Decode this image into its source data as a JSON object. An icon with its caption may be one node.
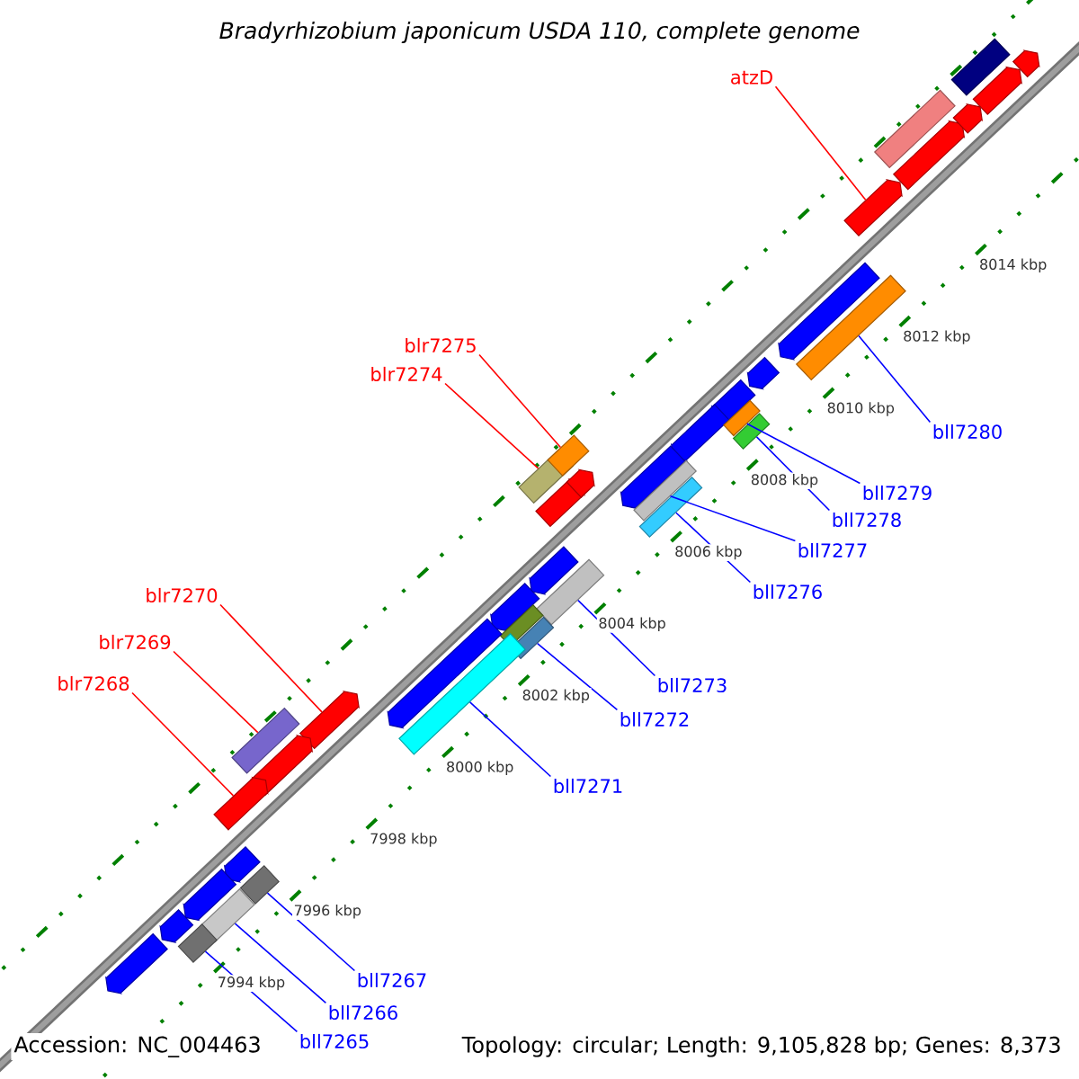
{
  "diagram": {
    "title": "Bradyrhizobium japonicum USDA 110, complete genome",
    "nodes": [
      {
        "text": [
          "atzD"
        ]
      },
      {
        "text": [
          "blr7275"
        ]
      },
      {
        "text": [
          "blr7274"
        ]
      },
      {
        "text": [
          "bll7280"
        ]
      },
      {
        "text": [
          "bll7279"
        ]
      },
      {
        "text": [
          "bll7278"
        ]
      },
      {
        "text": [
          "bll7277"
        ]
      },
      {
        "text": [
          "bll7276"
        ]
      },
      {
        "text": [
          "blr7270"
        ]
      },
      {
        "text": [
          "blr7269"
        ]
      },
      {
        "text": [
          "bll7273"
        ]
      },
      {
        "text": [
          "blr7268"
        ]
      },
      {
        "text": [
          "bll7272"
        ]
      },
      {
        "text": [
          "bll7271"
        ]
      },
      {
        "text": [
          "bll7267"
        ]
      },
      {
        "text": [
          "bll7266"
        ]
      },
      {
        "text": [
          "bll7265"
        ]
      },
      {
        "text": [],
        "shape": "box"
      },
      {
        "text": [],
        "shape": "box"
      },
      {
        "text": [],
        "shape": "pentagon"
      },
      {
        "text": [],
        "shape": "pentagon"
      },
      {
        "text": [],
        "shape": "pentagon"
      },
      {
        "text": [],
        "shape": "pentagon"
      },
      {
        "text": [],
        "shape": "pentagon"
      },
      {
        "text": [],
        "shape": "pentagon"
      },
      {
        "text": [],
        "shape": "box"
      },
      {
        "text": [],
        "shape": "pentagon"
      },
      {
        "text": [],
        "shape": "pentagon"
      },
      {
        "text": [],
        "shape": "pentagon"
      },
      {
        "text": [],
        "shape": "pentagon"
      },
      {
        "text": [],
        "shape": "box"
      },
      {
        "text": [],
        "shape": "box"
      },
      {
        "text": [],
        "shape": "box"
      },
      {
        "text": [],
        "shape": "box"
      },
      {
        "text": [],
        "shape": "box"
      },
      {
        "text": [],
        "shape": "box"
      },
      {
        "text": [],
        "shape": "pentagon"
      },
      {
        "text": [],
        "shape": "pentagon"
      },
      {
        "text": [],
        "shape": "pentagon"
      },
      {
        "text": [],
        "shape": "pentagon"
      },
      {
        "text": [],
        "shape": "box"
      },
      {
        "text": [],
        "shape": "box"
      },
      {
        "text": [],
        "shape": "box"
      },
      {
        "text": [],
        "shape": "pentagon"
      },
      {
        "text": [],
        "shape": "box"
      },
      {
        "text": [],
        "shape": "box"
      },
      {
        "text": [],
        "shape": "pentagon"
      },
      {
        "text": [],
        "shape": "pentagon"
      },
      {
        "text": [],
        "shape": "pentagon"
      },
      {
        "text": [],
        "shape": "pentagon"
      },
      {
        "text": [],
        "shape": "pentagon"
      },
      {
        "text": [],
        "shape": "pentagon"
      },
      {
        "text": [],
        "shape": "box"
      },
      {
        "text": [],
        "shape": "box"
      },
      {
        "text": [],
        "shape": "box"
      },
      {
        "text": [],
        "shape": "pentagon"
      }
    ],
    "edges": [
      {
        "from": 0,
        "to": 23,
        "arrow": "none",
        "color": "#ff0000"
      },
      {
        "from": 1,
        "to": 35,
        "arrow": "none",
        "color": "#ff0000"
      },
      {
        "from": 2,
        "to": 34,
        "arrow": "none",
        "color": "#ff0000"
      },
      {
        "from": 3,
        "to": 25,
        "arrow": "none"
      },
      {
        "from": 4,
        "to": 30,
        "arrow": "none"
      },
      {
        "from": 5,
        "to": 31,
        "arrow": "none"
      },
      {
        "from": 6,
        "to": 32,
        "arrow": "none"
      },
      {
        "from": 7,
        "to": 33,
        "arrow": "none"
      },
      {
        "from": 8,
        "to": 46,
        "arrow": "none",
        "color": "#ff0000"
      },
      {
        "from": 9,
        "to": 45,
        "arrow": "none",
        "color": "#ff0000"
      },
      {
        "from": 10,
        "to": 40,
        "arrow": "none"
      },
      {
        "from": 11,
        "to": 48,
        "arrow": "none",
        "color": "#ff0000"
      },
      {
        "from": 12,
        "to": 42,
        "arrow": "none"
      },
      {
        "from": 13,
        "to": 44,
        "arrow": "none"
      },
      {
        "from": 14,
        "to": 52,
        "arrow": "none"
      },
      {
        "from": 15,
        "to": 53,
        "arrow": "none"
      },
      {
        "from": 16,
        "to": 54,
        "arrow": "none"
      }
    ],
    "labels": [
      "8014 kbp",
      "8012 kbp",
      "8010 kbp",
      "8008 kbp",
      "8006 kbp",
      "8004 kbp",
      "8002 kbp",
      "8000 kbp",
      "7998 kbp",
      "7996 kbp",
      "7994 kbp",
      "Accession: NC_004463",
      "Topology: circular; Length: 9,105,828 bp; Genes: 8,373"
    ]
  }
}
